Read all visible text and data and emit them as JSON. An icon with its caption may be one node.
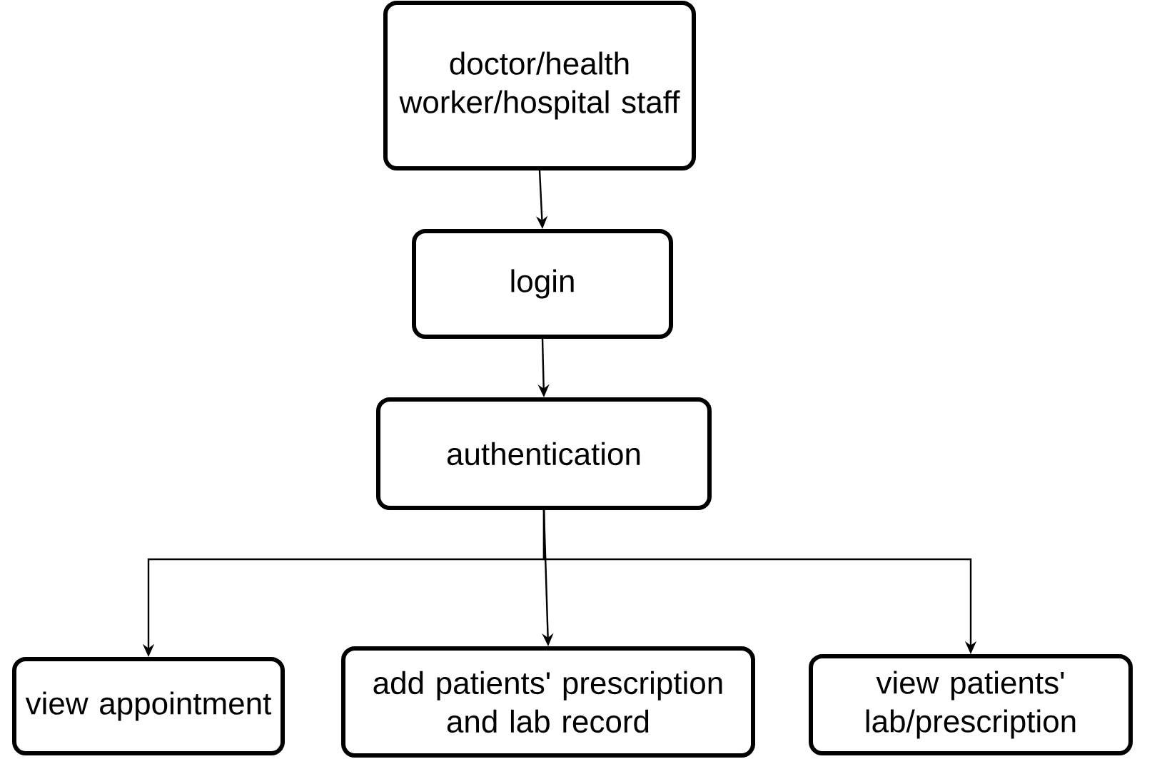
{
  "diagram": {
    "nodes": [
      {
        "text": [
          "doctor/health worker/hospital staff"
        ]
      },
      {
        "text": [
          "login"
        ]
      },
      {
        "text": [
          "authentication"
        ]
      },
      {
        "text": [
          "view appointment"
        ]
      },
      {
        "text": [
          "add patients' prescription and lab record"
        ]
      },
      {
        "text": [
          "view patients' lab/prescription"
        ]
      }
    ],
    "edges": [
      {
        "from": 0,
        "to": 1,
        "arrow": "to"
      },
      {
        "from": 1,
        "to": 2,
        "arrow": "to"
      },
      {
        "from": 2,
        "to": 3,
        "arrow": "to"
      },
      {
        "from": 2,
        "to": 4,
        "arrow": "to"
      },
      {
        "from": 2,
        "to": 5,
        "arrow": "to"
      }
    ]
  }
}
